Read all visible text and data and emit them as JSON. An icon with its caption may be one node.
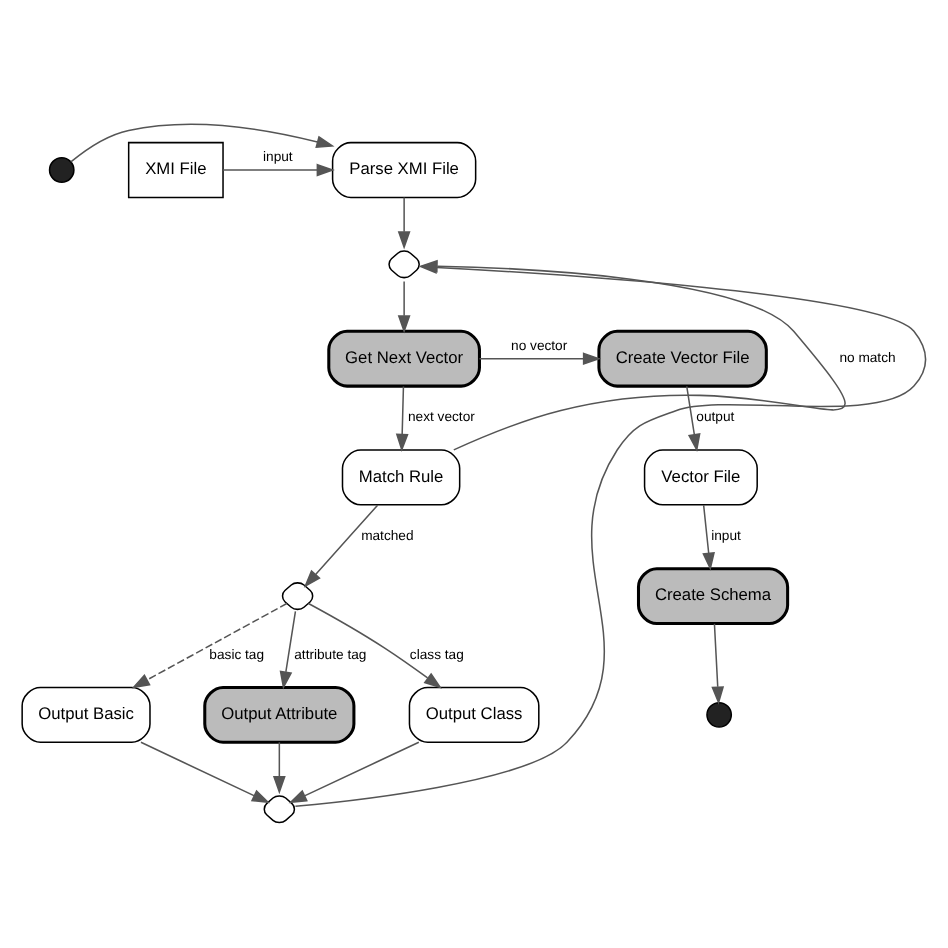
{
  "diagram": {
    "nodes": [
      {
        "text": [],
        "shape": "circle"
      },
      {
        "text": [
          "Parse XMI File"
        ]
      },
      {
        "text": [
          "XMI File"
        ]
      },
      {
        "text": [],
        "shape": "diamond"
      },
      {
        "text": [
          "Get Next Vector"
        ]
      },
      {
        "text": [
          "Create Vector File"
        ]
      },
      {
        "text": [
          "Match Rule"
        ]
      },
      {
        "text": [
          "Vector File"
        ]
      },
      {
        "text": [
          "Create Schema"
        ]
      },
      {
        "text": [],
        "shape": "circle"
      },
      {
        "text": [],
        "shape": "diamond"
      },
      {
        "text": [
          "Output Basic"
        ]
      },
      {
        "text": [
          "Output Attribute"
        ]
      },
      {
        "text": [
          "Output Class"
        ]
      },
      {
        "text": [],
        "shape": "diamond"
      }
    ],
    "edges": [
      {
        "from": 0,
        "to": 1,
        "arrow": "to"
      },
      {
        "from": 2,
        "to": 1,
        "arrow": "to",
        "label": "input"
      },
      {
        "from": 1,
        "to": 3,
        "arrow": "to"
      },
      {
        "from": 3,
        "to": 4,
        "arrow": "to"
      },
      {
        "from": 4,
        "to": 5,
        "arrow": "to",
        "label": "no vector"
      },
      {
        "from": 4,
        "to": 6,
        "arrow": "to",
        "label": "next vector"
      },
      {
        "from": 6,
        "to": 3,
        "arrow": "to",
        "label": "no match"
      },
      {
        "from": 5,
        "to": 7,
        "arrow": "to",
        "label": "output"
      },
      {
        "from": 7,
        "to": 8,
        "arrow": "to",
        "label": "input"
      },
      {
        "from": 8,
        "to": 9,
        "arrow": "to"
      },
      {
        "from": 6,
        "to": 10,
        "arrow": "to",
        "label": "matched"
      },
      {
        "from": 10,
        "to": 11,
        "arrow": "to",
        "label": "basic tag",
        "style": "dashed"
      },
      {
        "from": 10,
        "to": 12,
        "arrow": "to",
        "label": "attribute tag"
      },
      {
        "from": 10,
        "to": 13,
        "arrow": "to",
        "label": "class tag"
      },
      {
        "from": 11,
        "to": 14,
        "arrow": "to"
      },
      {
        "from": 12,
        "to": 14,
        "arrow": "to"
      },
      {
        "from": 13,
        "to": 14,
        "arrow": "to"
      },
      {
        "from": 14,
        "to": 3,
        "arrow": "to"
      }
    ]
  }
}
